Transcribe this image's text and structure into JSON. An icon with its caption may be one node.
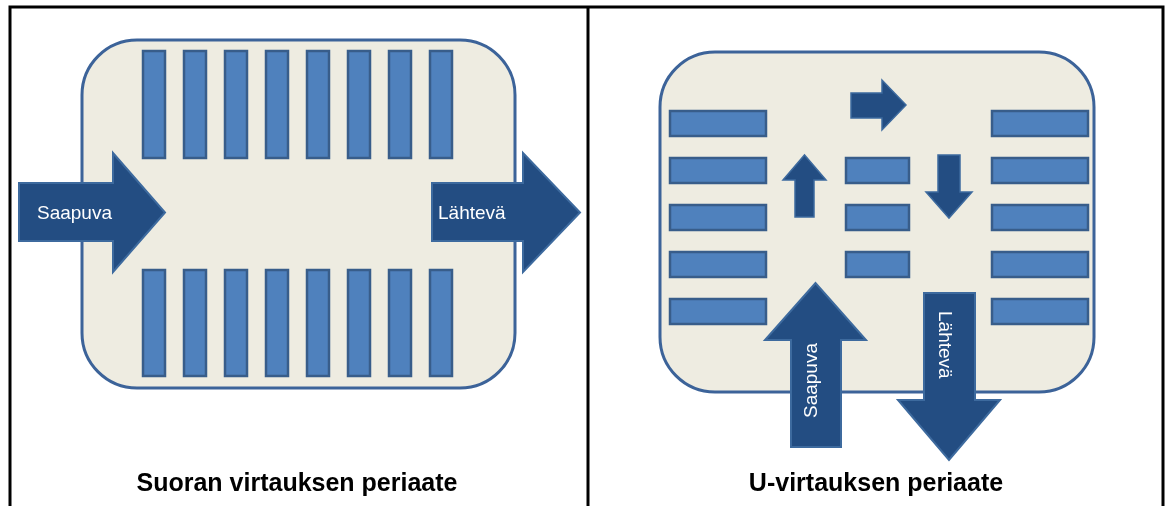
{
  "diagram": {
    "nodes": [
      {
        "text": [
          "Saapuva"
        ]
      },
      {
        "text": [
          "Lähtevä"
        ]
      },
      {
        "text": [
          "Saapuva"
        ]
      },
      {
        "text": [
          "Lähtevä"
        ]
      }
    ],
    "labels": [
      "Suoran virtauksen periaate",
      "U-virtauksen periaate"
    ]
  }
}
